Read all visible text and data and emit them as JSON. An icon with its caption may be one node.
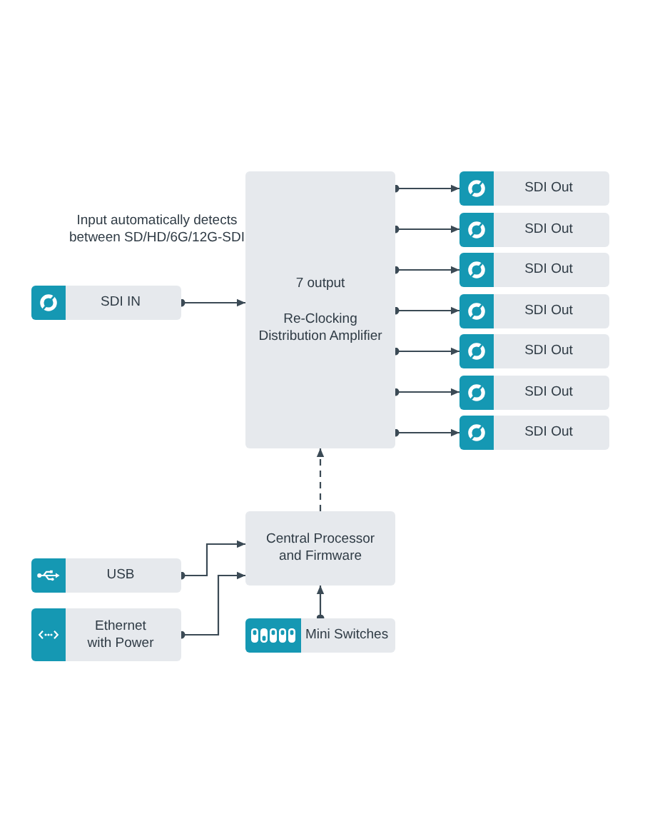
{
  "diagram": {
    "nodes": [
      {
        "text": [
          "7 output",
          "Re-Clocking Distribution Amplifier"
        ]
      },
      {
        "text": [
          "SDI IN"
        ]
      },
      {
        "text": [
          "SDI Out"
        ]
      },
      {
        "text": [
          "SDI Out"
        ]
      },
      {
        "text": [
          "SDI Out"
        ]
      },
      {
        "text": [
          "SDI Out"
        ]
      },
      {
        "text": [
          "SDI Out"
        ]
      },
      {
        "text": [
          "SDI Out"
        ]
      },
      {
        "text": [
          "SDI Out"
        ]
      },
      {
        "text": [
          "Central Processor and Firmware"
        ]
      },
      {
        "text": [
          "USB"
        ]
      },
      {
        "text": [
          "Ethernet with Power"
        ]
      },
      {
        "text": [
          "Mini Switches"
        ]
      }
    ],
    "edges": [
      {
        "from": 1,
        "to": 0,
        "arrow": "to"
      },
      {
        "from": 0,
        "to": 2,
        "arrow": "to"
      },
      {
        "from": 0,
        "to": 3,
        "arrow": "to"
      },
      {
        "from": 0,
        "to": 4,
        "arrow": "to"
      },
      {
        "from": 0,
        "to": 5,
        "arrow": "to"
      },
      {
        "from": 0,
        "to": 6,
        "arrow": "to"
      },
      {
        "from": 0,
        "to": 7,
        "arrow": "to"
      },
      {
        "from": 0,
        "to": 8,
        "arrow": "to"
      },
      {
        "from": 9,
        "to": 0,
        "arrow": "to",
        "style": "dashed"
      },
      {
        "from": 10,
        "to": 9,
        "arrow": "to"
      },
      {
        "from": 11,
        "to": 9,
        "arrow": "to"
      },
      {
        "from": 12,
        "to": 9,
        "arrow": "to"
      }
    ],
    "labels": [
      "Input automatically detects between SD/HD/6G/12G-SDI"
    ]
  }
}
